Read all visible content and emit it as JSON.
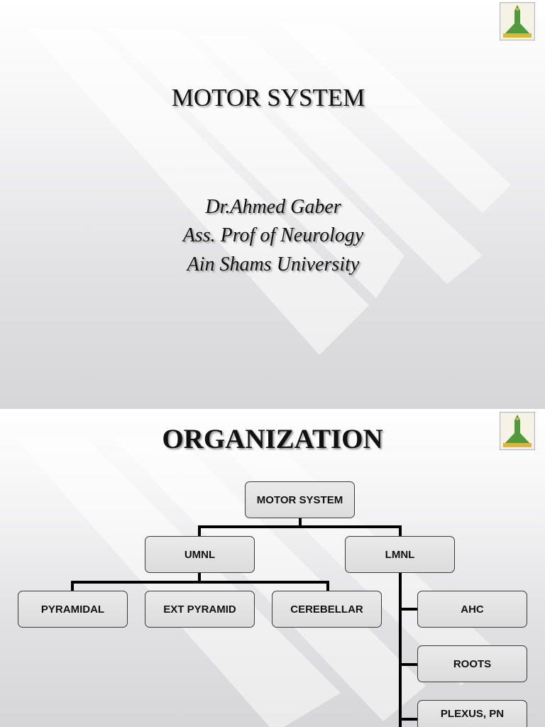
{
  "slide1": {
    "title": "MOTOR SYSTEM",
    "author_lines": [
      "Dr.Ahmed Gaber",
      "Ass. Prof  of Neurology",
      "Ain Shams University"
    ],
    "logo": "university-logo"
  },
  "slide2": {
    "title": "ORGANIZATION",
    "logo": "university-logo",
    "chart": {
      "root": "MOTOR SYSTEM",
      "umnl": "UMNL",
      "lmnl": "LMNL",
      "umnl_children": [
        "PYRAMIDAL",
        "EXT PYRAMID",
        "CEREBELLAR"
      ],
      "lmnl_children": [
        "AHC",
        "ROOTS",
        "PLEXUS, PN"
      ]
    }
  },
  "colors": {
    "background": "#f0f0f2",
    "node_fill": "#e2e2e2",
    "text": "#111111",
    "logo_green": "#4f9a3c",
    "logo_gold": "#d9b73a"
  }
}
